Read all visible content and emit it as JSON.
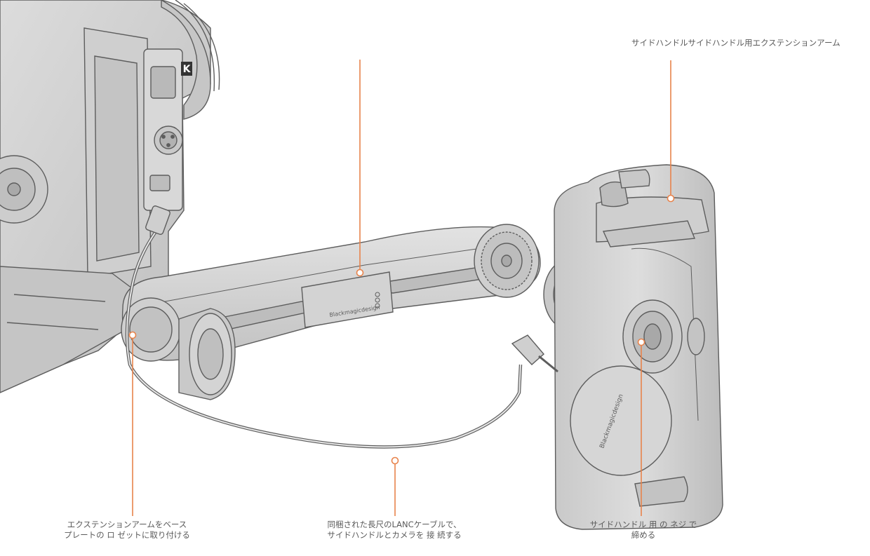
{
  "labels": {
    "side_handle_arm": "サイドハンドルサイドハンドル用エクステンションアーム",
    "mount_arm": [
      "エクステンションアームをベース",
      "プレートの ロ ゼットに取り付ける"
    ],
    "lanc_cable": [
      "同梱された長尺のLANCケーブルで、",
      "サイドハンドルとカメラを 接 続する"
    ],
    "tighten_screw": [
      "サイドハンドル 用 の ネジ で",
      "締める"
    ]
  },
  "arm_logo": "Blackmagicdesign",
  "handle_logo": "Blackmagicdesign",
  "colors": {
    "callout": "#e8834b",
    "outline": "#5d5d5d",
    "body_fill": "#d4d4d4",
    "text": "#5a5a5a"
  }
}
